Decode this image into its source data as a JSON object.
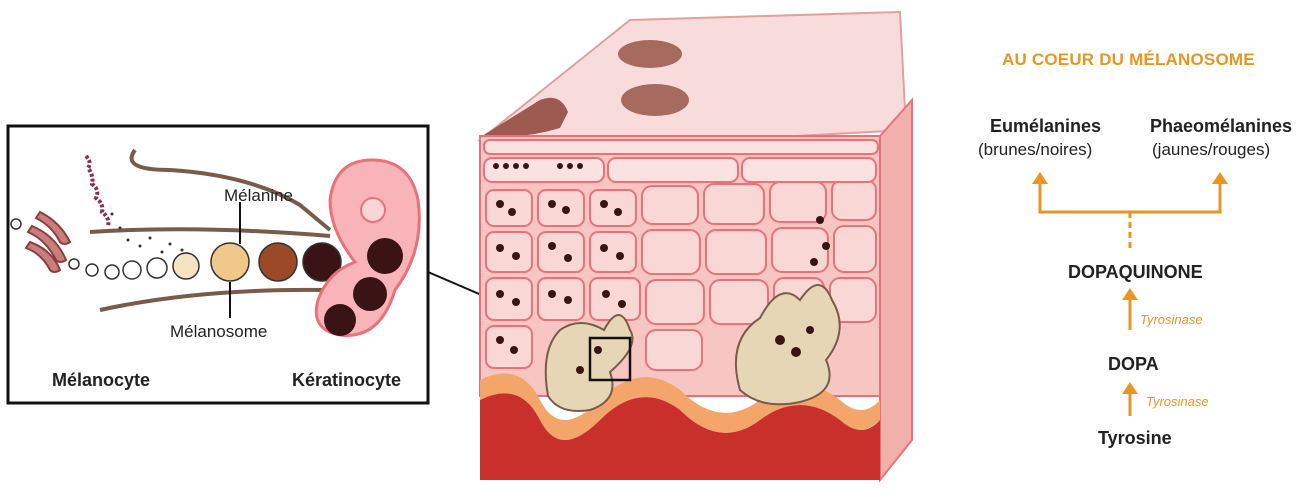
{
  "left_panel": {
    "melanine_label": "Mélanine",
    "melanosome_label": "Mélanosome",
    "melanocyte_label": "Mélanocyte",
    "keratinocyte_label": "Kératinocyte"
  },
  "right_panel": {
    "title": "AU COEUR DU MÉLANOSOME",
    "eumelanines": "Eumélanines",
    "eumelanines_sub": "(brunes/noires)",
    "phaeomelanines": "Phaeomélanines",
    "phaeomelanines_sub": "(jaunes/rouges)",
    "dopaquinone": "DOPAQUINONE",
    "dopa": "DOPA",
    "tyrosine": "Tyrosine",
    "enzyme_1": "Tyrosinase",
    "enzyme_2": "Tyrosinase"
  },
  "colors": {
    "accent_orange": "#e89622",
    "skin_pink": "#f6c9c3",
    "cell_outline": "#e8727c",
    "dermis_red": "#c9302c",
    "melanin_dark": "#3a1414"
  }
}
